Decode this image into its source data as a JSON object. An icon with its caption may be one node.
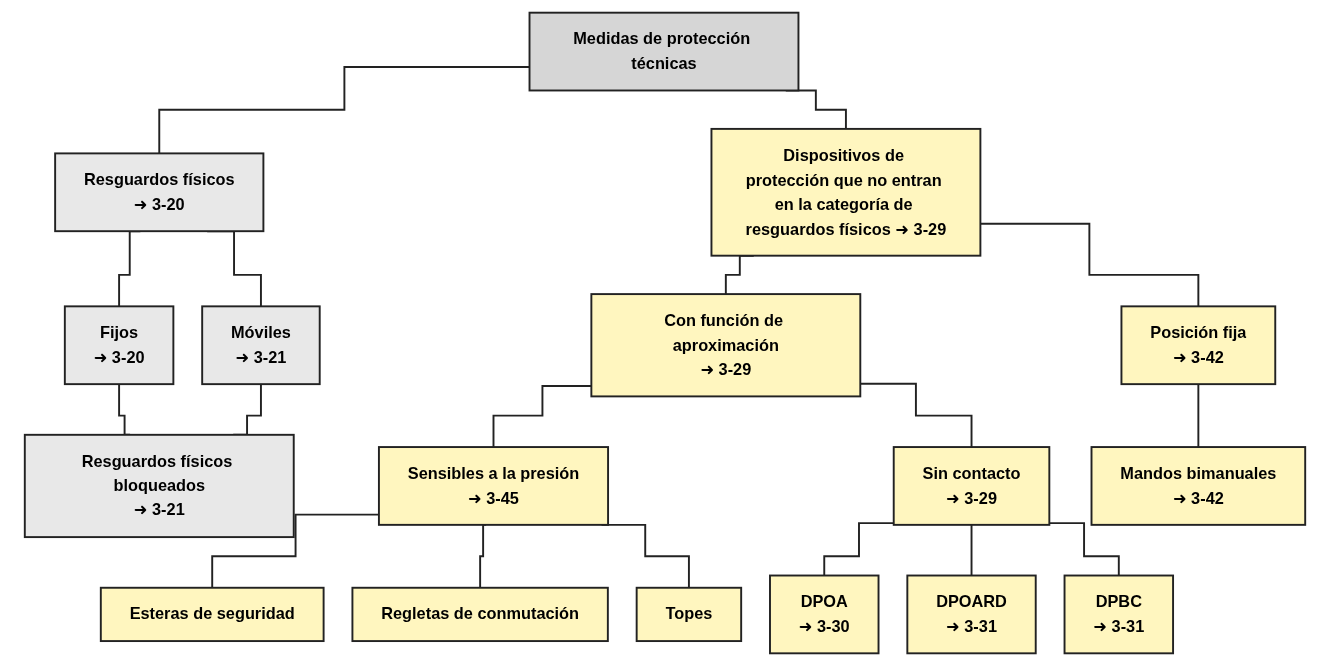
{
  "diagram": {
    "nodes": [
      {
        "text": [
          "Medidas de protección técnicas"
        ]
      },
      {
        "text": [
          "Resguardos físicos",
          "➜ 3-20"
        ]
      },
      {
        "text": [
          "Dispositivos de protección que no entran en la categoría de resguardos físicos ➜ 3-29"
        ]
      },
      {
        "text": [
          "Fijos",
          "➜ 3-20"
        ]
      },
      {
        "text": [
          "Móviles",
          "➜ 3-21"
        ]
      },
      {
        "text": [
          "Resguardos físicos bloqueados",
          "➜ 3-21"
        ]
      },
      {
        "text": [
          "Con función de aproximación",
          "➜ 3-29"
        ]
      },
      {
        "text": [
          "Posición fija",
          "➜ 3-42"
        ]
      },
      {
        "text": [
          "Sensibles a la presión",
          "➜ 3-45"
        ]
      },
      {
        "text": [
          "Sin contacto",
          "➜ 3-29"
        ]
      },
      {
        "text": [
          "Mandos bimanuales",
          "➜ 3-42"
        ]
      },
      {
        "text": [
          "Esteras de seguridad"
        ]
      },
      {
        "text": [
          "Regletas de conmutación"
        ]
      },
      {
        "text": [
          "Topes"
        ]
      },
      {
        "text": [
          "DPOA",
          "➜ 3-30"
        ]
      },
      {
        "text": [
          "DPOARD",
          "➜ 3-31"
        ]
      },
      {
        "text": [
          "DPBC",
          "➜ 3-31"
        ]
      }
    ],
    "edges": [
      {
        "from": 0,
        "to": 1,
        "arrow": "none"
      },
      {
        "from": 0,
        "to": 2,
        "arrow": "none"
      },
      {
        "from": 1,
        "to": 3,
        "arrow": "none"
      },
      {
        "from": 1,
        "to": 4,
        "arrow": "none"
      },
      {
        "from": 3,
        "to": 5,
        "arrow": "none"
      },
      {
        "from": 4,
        "to": 5,
        "arrow": "none"
      },
      {
        "from": 2,
        "to": 6,
        "arrow": "none"
      },
      {
        "from": 2,
        "to": 7,
        "arrow": "none"
      },
      {
        "from": 6,
        "to": 8,
        "arrow": "none"
      },
      {
        "from": 6,
        "to": 9,
        "arrow": "none"
      },
      {
        "from": 7,
        "to": 10,
        "arrow": "none"
      },
      {
        "from": 8,
        "to": 11,
        "arrow": "none"
      },
      {
        "from": 8,
        "to": 12,
        "arrow": "none"
      },
      {
        "from": 8,
        "to": 13,
        "arrow": "none"
      },
      {
        "from": 9,
        "to": 14,
        "arrow": "none"
      },
      {
        "from": 9,
        "to": 15,
        "arrow": "none"
      },
      {
        "from": 9,
        "to": 16,
        "arrow": "none"
      }
    ]
  }
}
